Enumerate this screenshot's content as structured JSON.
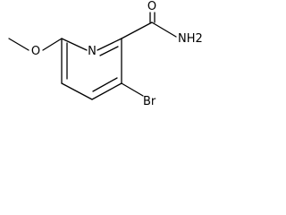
{
  "structure": {
    "atoms": {
      "ring_nitrogen": "N",
      "carbonyl_oxygen": "O",
      "amide_group": "NH2",
      "methoxy_oxygen": "O",
      "bromine": "Br"
    }
  }
}
